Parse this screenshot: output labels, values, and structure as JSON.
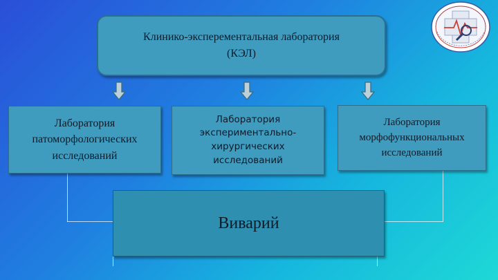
{
  "diagram": {
    "top_box": {
      "line1": "Клинико-эксперементальная лаборатория",
      "line2": "(КЭЛ)"
    },
    "labs": [
      {
        "lines": [
          "Лаборатория",
          "патоморфологических",
          "исследований"
        ]
      },
      {
        "lines": [
          "Лаборатория",
          "экспериментально-",
          "хирургических",
          "исследований"
        ]
      },
      {
        "lines": [
          "Лаборатория",
          "морфофункциональных",
          "исследований"
        ]
      }
    ],
    "vivarium": "Виварий"
  }
}
